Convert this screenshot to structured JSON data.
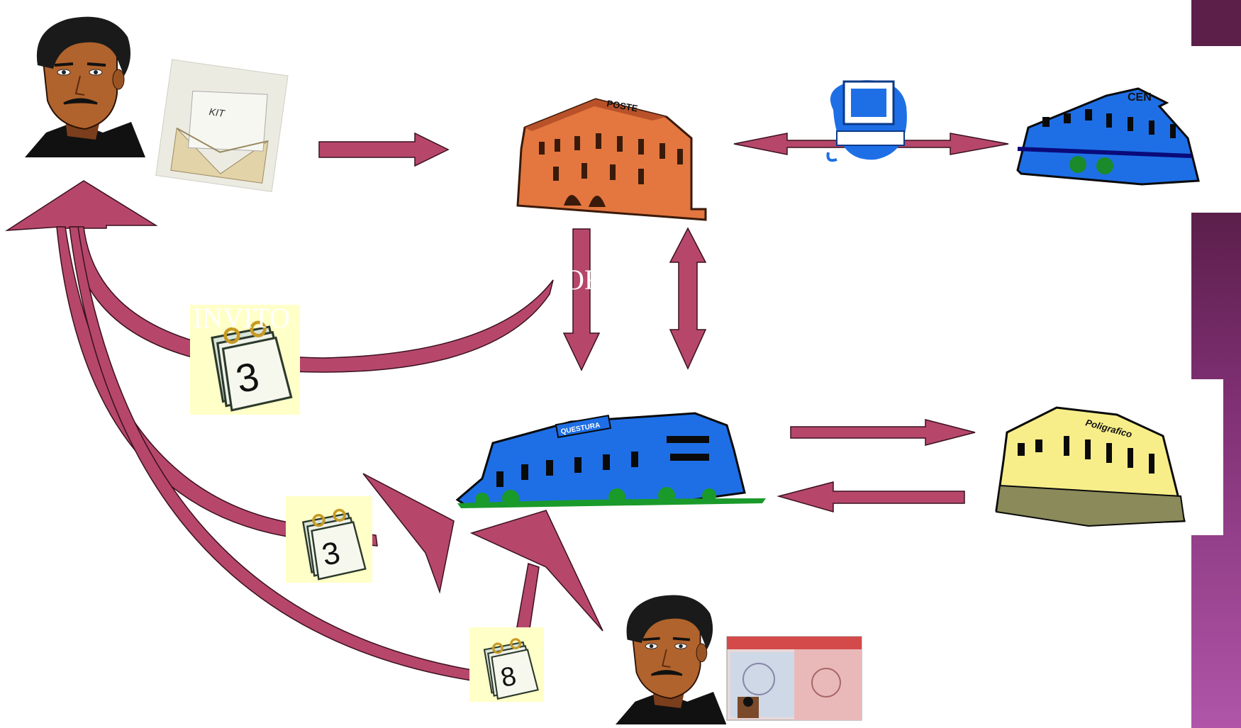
{
  "labels": {
    "kit": "KIT",
    "poste": "POSTE",
    "cen": "CEN",
    "questura": "QUESTURA",
    "poligrafico": "Poligrafico",
    "invito": "INVITO",
    "partial_or": "OR",
    "calendar_1": "3",
    "calendar_2": "3",
    "calendar_3": "8"
  },
  "colors": {
    "arrow_fill": "#b6476b",
    "arrow_stroke": "#3a1020",
    "building_orange": "#e3773f",
    "building_blue": "#1e6fe6",
    "building_yellow": "#f7ee8a",
    "calendar_bg": "#ffffc8",
    "panel_top": "#5b1f4a",
    "panel_bottom": "#b055a8"
  },
  "icons": {
    "man_top": "man-portrait-icon",
    "man_bottom": "man-portrait-icon",
    "kit": "envelope-icon",
    "computer": "computer-icon",
    "id_card": "residence-permit-card-icon"
  }
}
